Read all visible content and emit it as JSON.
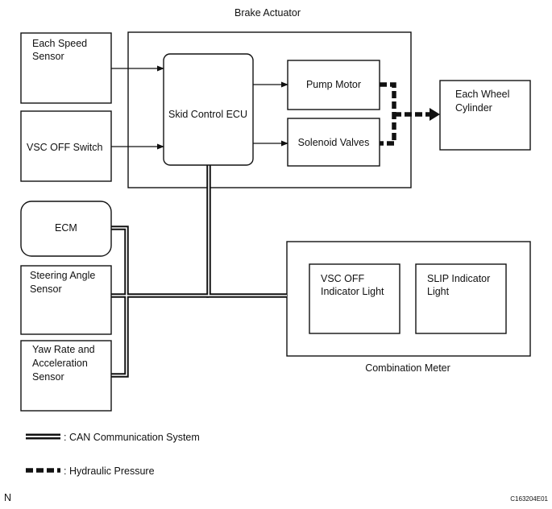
{
  "titles": {
    "brake_actuator": "Brake Actuator",
    "combination_meter": "Combination Meter"
  },
  "blocks": {
    "each_speed_sensor": [
      "Each Speed",
      "Sensor"
    ],
    "vsc_off_switch": "VSC OFF Switch",
    "skid_control_ecu": "Skid Control ECU",
    "pump_motor": "Pump Motor",
    "solenoid_valves": "Solenoid Valves",
    "each_wheel_cylinder": [
      "Each Wheel",
      "Cylinder"
    ],
    "ecm": "ECM",
    "steering_angle_sensor": [
      "Steering Angle",
      "Sensor"
    ],
    "yaw_rate_sensor": [
      "Yaw Rate and",
      "Acceleration",
      "Sensor"
    ],
    "vsc_off_indicator": [
      "VSC OFF",
      "Indicator Light"
    ],
    "slip_indicator": [
      "SLIP Indicator",
      "Light"
    ]
  },
  "legend": {
    "can": ": CAN Communication System",
    "hydraulic": ": Hydraulic Pressure"
  },
  "footer": {
    "left": "N",
    "right": "C163204E01"
  }
}
